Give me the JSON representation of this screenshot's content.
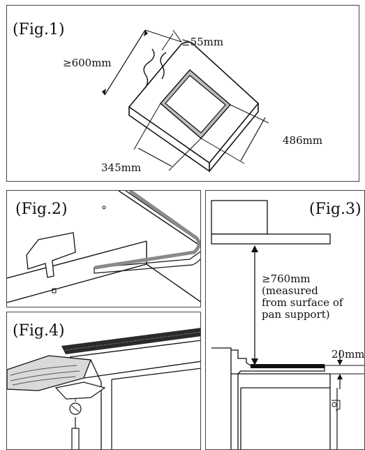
{
  "fig1": {
    "label": "(Fig.1)",
    "dim_depth_min": "≥600mm",
    "dim_edge_min": "≥55mm",
    "dim_cutout_depth": "486mm",
    "dim_cutout_width": "345mm"
  },
  "fig2": {
    "label": "(Fig.2)"
  },
  "fig3": {
    "label": "(Fig.3)",
    "clearance_line1": "≥760mm",
    "clearance_line2": "(measured",
    "clearance_line3": "from surface of",
    "clearance_line4": "pan support)",
    "dim_offset": "20mm"
  },
  "fig4": {
    "label": "(Fig.4)"
  }
}
